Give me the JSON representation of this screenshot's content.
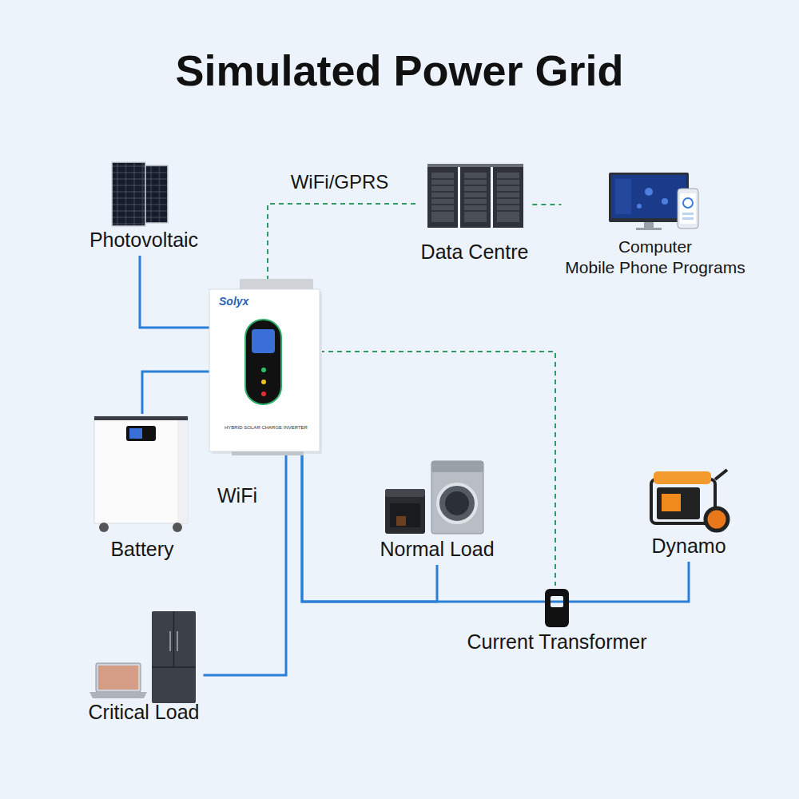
{
  "diagram": {
    "title": "Simulated Power Grid",
    "nodes": [
      {
        "text": [
          "Photovoltaic"
        ]
      },
      {
        "text": [
          "Data Centre"
        ]
      },
      {
        "text": [
          "Computer",
          "Mobile Phone Programs"
        ]
      },
      {
        "text": [
          "Solyx",
          "HYBRID SOLAR CHARGE INVERTER"
        ]
      },
      {
        "text": [
          "Battery"
        ]
      },
      {
        "text": [
          "Normal Load"
        ]
      },
      {
        "text": [
          "Dynamo"
        ]
      },
      {
        "text": [
          "Critical Load"
        ]
      },
      {
        "text": [
          "Current Transformer"
        ]
      }
    ],
    "edges": [
      {
        "from": 0,
        "to": 3,
        "arrow": "none"
      },
      {
        "from": 4,
        "to": 3,
        "arrow": "none"
      },
      {
        "from": 3,
        "to": 1,
        "label": "WiFi/GPRS",
        "arrow": "none"
      },
      {
        "from": 1,
        "to": 2,
        "arrow": "none"
      },
      {
        "from": 3,
        "to": 7,
        "arrow": "none"
      },
      {
        "from": 3,
        "to": 5,
        "arrow": "none"
      },
      {
        "from": 3,
        "to": 6,
        "arrow": "none"
      },
      {
        "from": 3,
        "to": 8,
        "arrow": "none"
      }
    ],
    "labels": [
      "WiFi"
    ]
  }
}
